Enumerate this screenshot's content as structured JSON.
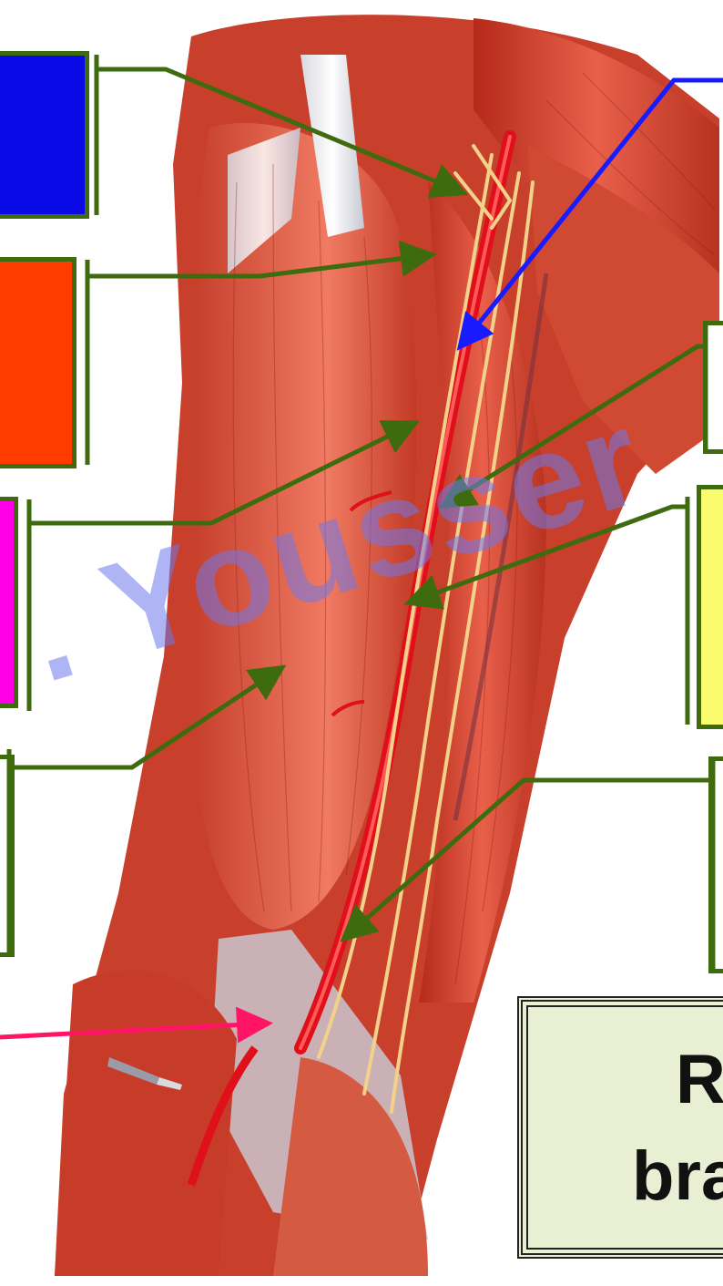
{
  "figure": {
    "caption_lines": [
      "R",
      "bra"
    ],
    "watermark_text": ". Yousser"
  },
  "labels": [
    {
      "id": "blue-label",
      "fill": "#0a0ae6",
      "border": "#3f6b0f",
      "pointer_color": "#3f6b0f",
      "text": ""
    },
    {
      "id": "orange-label",
      "fill": "#ff3c00",
      "border": "#3f6b0f",
      "pointer_color": "#3f6b0f",
      "text": ""
    },
    {
      "id": "magenta-label",
      "fill": "#ff00e6",
      "border": "#3f6b0f",
      "pointer_color": "#3f6b0f",
      "text": ""
    },
    {
      "id": "left-white-label",
      "fill": "#ffffff",
      "border": "#3f6b0f",
      "pointer_color": "#3f6b0f",
      "text": ""
    },
    {
      "id": "left-pink-pointer",
      "fill": "none",
      "border": "none",
      "pointer_color": "#ff1466",
      "text": ""
    },
    {
      "id": "right-top-label",
      "fill": "#ffffff",
      "border": "none",
      "pointer_color": "#1a1aff",
      "text": ""
    },
    {
      "id": "right-upper-label",
      "fill": "#ffffff",
      "border": "#3f6b0f",
      "pointer_color": "#3f6b0f",
      "text": ""
    },
    {
      "id": "yellow-label",
      "fill": "#fbfb6e",
      "border": "#3f6b0f",
      "pointer_color": "#3f6b0f",
      "text": ""
    },
    {
      "id": "right-lower-label",
      "fill": "#ffffff",
      "border": "#3f6b0f",
      "pointer_color": "#3f6b0f",
      "text": ""
    }
  ]
}
